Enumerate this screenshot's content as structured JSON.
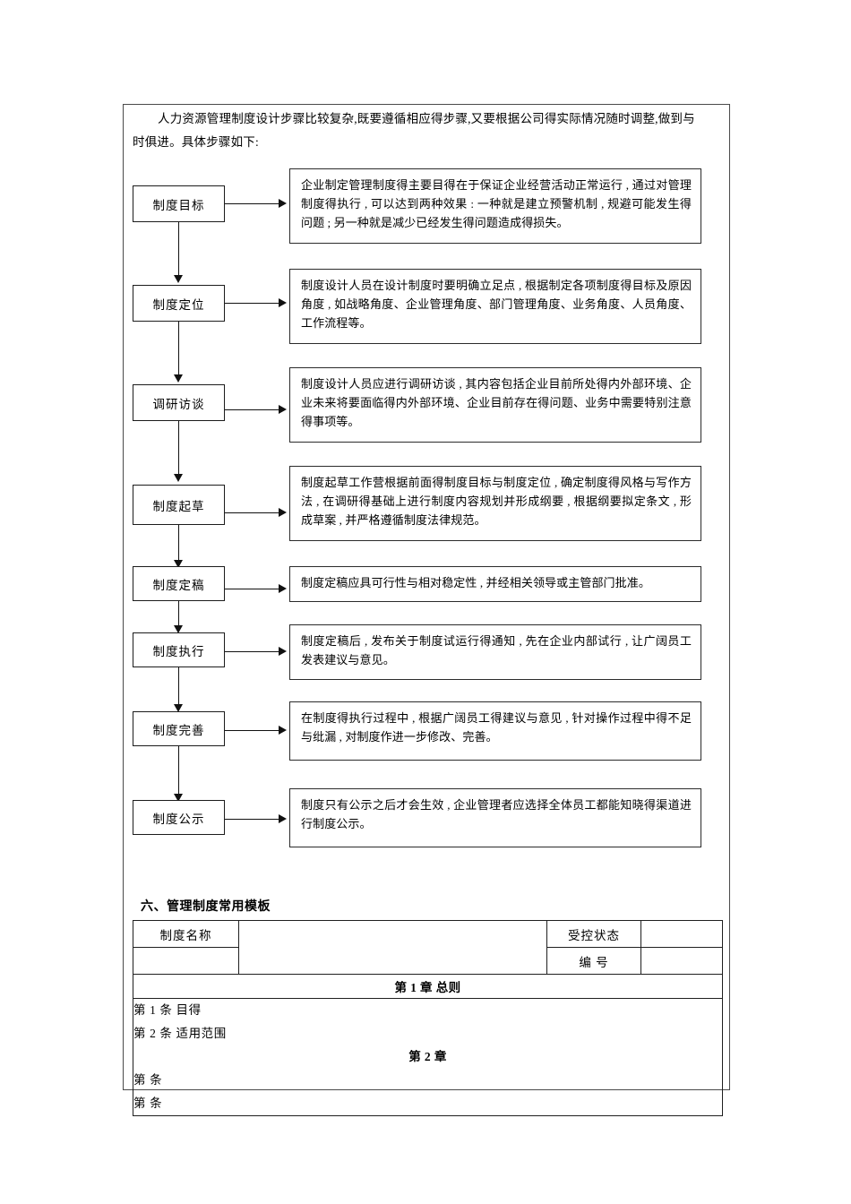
{
  "intro": {
    "line1": "人力资源管理制度设计步骤比较复杂,既要遵循相应得步骤,又要根据公司得实际情况随时调整,做到与",
    "line2": "时俱进。具体步骤如下:"
  },
  "flow": {
    "steps": [
      {
        "label": "制度目标",
        "desc": "企业制定管理制度得主要目得在于保证企业经营活动正常运行 , 通过对管理制度得执行 , 可以达到两种效果 : 一种就是建立预警机制 , 规避可能发生得问题 ; 另一种就是减少已经发生得问题造成得损失。"
      },
      {
        "label": "制度定位",
        "desc": "制度设计人员在设计制度时要明确立足点 , 根据制定各项制度得目标及原因 角度 , 如战略角度、企业管理角度、部门管理角度、业务角度、人员角度、工作流程等。"
      },
      {
        "label": "调研访谈",
        "desc": "制度设计人员应进行调研访谈 , 其内容包括企业目前所处得内外部环境、企业未来将要面临得内外部环境、企业目前存在得问题、业务中需要特别注意得事项等。"
      },
      {
        "label": "制度起草",
        "desc": "制度起草工作营根据前面得制度目标与制度定位 , 确定制度得风格与写作方法 , 在调研得基础上进行制度内容规划并形成纲要 , 根据纲要拟定条文 , 形成草案 , 并严格遵循制度法律规范。"
      },
      {
        "label": "制度定稿",
        "desc": "制度定稿应具可行性与相对稳定性 , 并经相关领导或主管部门批准。"
      },
      {
        "label": "制度执行",
        "desc": "制度定稿后 , 发布关于制度试运行得通知 , 先在企业内部试行 , 让广阔员工发表建议与意见。"
      },
      {
        "label": "制度完善",
        "desc": "在制度得执行过程中 , 根据广阔员工得建议与意见 , 针对操作过程中得不足与纰漏 , 对制度作进一步修改、完善。"
      },
      {
        "label": "制度公示",
        "desc": "制度只有公示之后才会生效 , 企业管理者应选择全体员工都能知晓得渠道进行制度公示。"
      }
    ]
  },
  "section": {
    "heading": "六、管理制度常用模板"
  },
  "template_table": {
    "row1_label": "制度名称",
    "row1_value": "",
    "row1_right_label": "受控状态",
    "row1_right_value": "",
    "row2_right_label": "编 号",
    "row2_right_value": "",
    "chapter1_title": "第 1 章  总则",
    "article1": "第 1 条 目得",
    "article2": "第 2 条  适用范围",
    "chapter2_title": "第 2 章",
    "article3": "第  条",
    "article4": "第  条"
  },
  "colors": {
    "page_border": "#4a4a4a",
    "box_border": "#1c1c1c",
    "text": "#000000",
    "background": "#ffffff"
  }
}
